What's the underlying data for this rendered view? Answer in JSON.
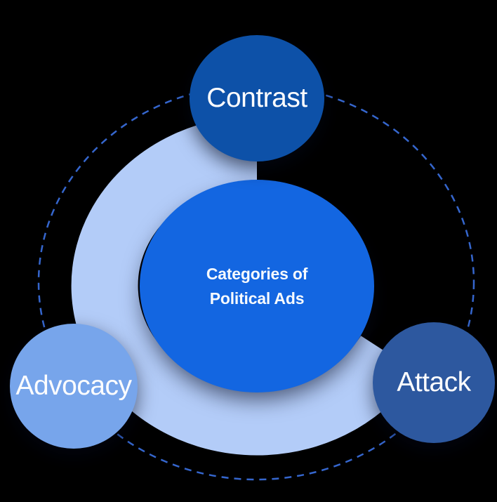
{
  "diagram": {
    "title": {
      "line1": "Categories of",
      "line2": "Political Ads"
    },
    "nodes": [
      {
        "id": "contrast",
        "label": "Contrast"
      },
      {
        "id": "advocacy",
        "label": "Advocacy"
      },
      {
        "id": "attack",
        "label": "Attack"
      }
    ],
    "colors": {
      "background": "#000000",
      "center_circle": "#1366e1",
      "contrast_circle": "#0d51a8",
      "advocacy_circle": "#77a5eb",
      "attack_circle": "#2d589f",
      "light_arc": "#b3ccf8",
      "dashed_ring": "#3566cd",
      "text": "#ffffff"
    }
  }
}
